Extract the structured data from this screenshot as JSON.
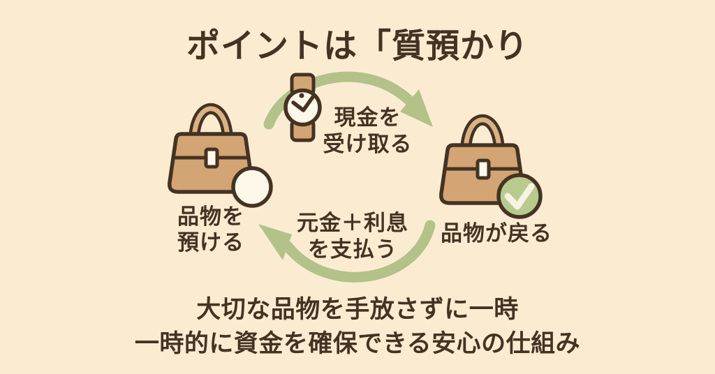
{
  "title": "ポイントは「質預かり",
  "colors": {
    "background": "#fbecd1",
    "text": "#443323",
    "outline": "#3f3123",
    "bag_tan": "#d3a474",
    "bag_tan_light": "#dab285",
    "cream": "#fdf8ea",
    "arrow_green": "#b2c289",
    "check_circle_green": "#b9ca8f",
    "checkmark_cream": "#f7f3e3"
  },
  "cycle": {
    "receive_cash": {
      "line1": "現金を",
      "line2": "受け取る"
    },
    "pay_back": {
      "line1": "元金＋利息",
      "line2": "を支払う"
    },
    "deposit_item": {
      "line1": "品物を",
      "line2": "預ける"
    },
    "item_returns": {
      "line1": "品物が戻る"
    }
  },
  "footer": {
    "line1": "大切な品物を手放さずに一時",
    "line2": "一時的に資金を確保できる安心の仕組み"
  },
  "icons": {
    "watch": "watch-icon",
    "left_bag": "handbag-icon",
    "right_bag": "handbag-icon",
    "empty_circle": "empty-circle-icon",
    "check_circle": "check-circle-icon",
    "top_arrow": "curved-arrow-right-icon",
    "bottom_arrow": "curved-arrow-left-icon"
  }
}
